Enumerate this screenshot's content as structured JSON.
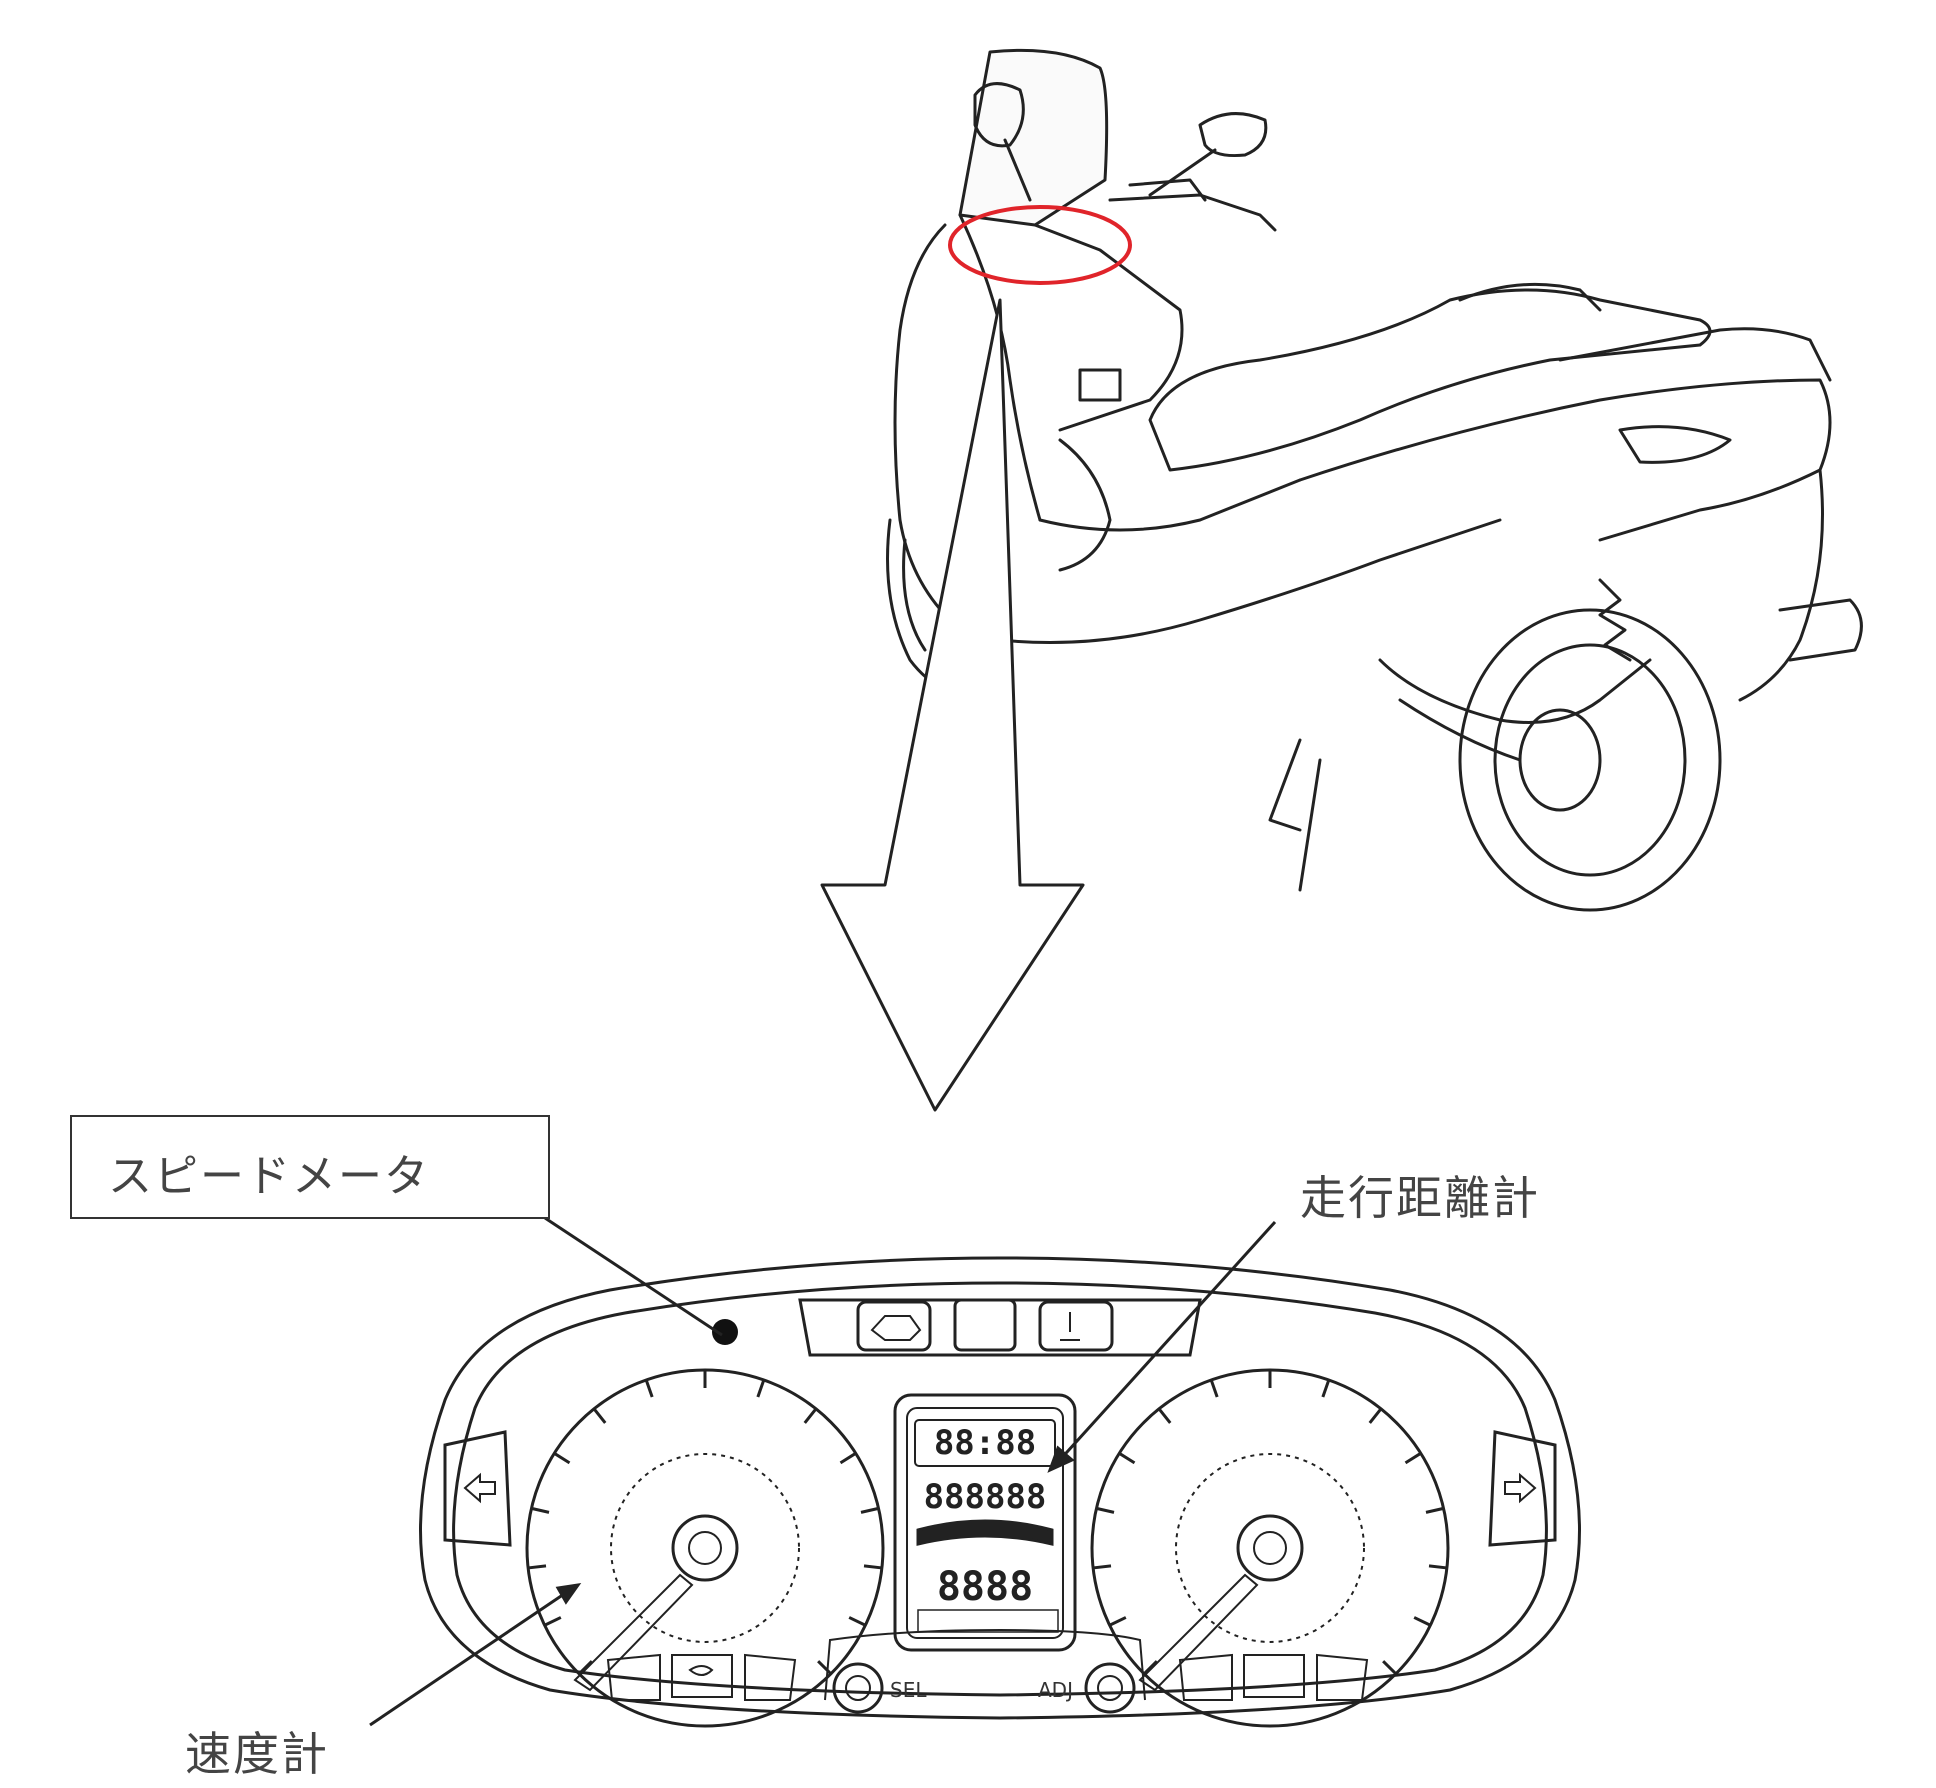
{
  "labels": {
    "speedometer": "スピードメータ",
    "odometer": "走行距離計",
    "speed_gauge": "速度計"
  },
  "panel_labels": {
    "sel": "SEL",
    "adj": "ADJ"
  },
  "lcd": {
    "clock": "88:88",
    "trip": "888888",
    "bottom": "8888"
  },
  "colors": {
    "highlight": "#e0242a",
    "line": "#222222"
  }
}
